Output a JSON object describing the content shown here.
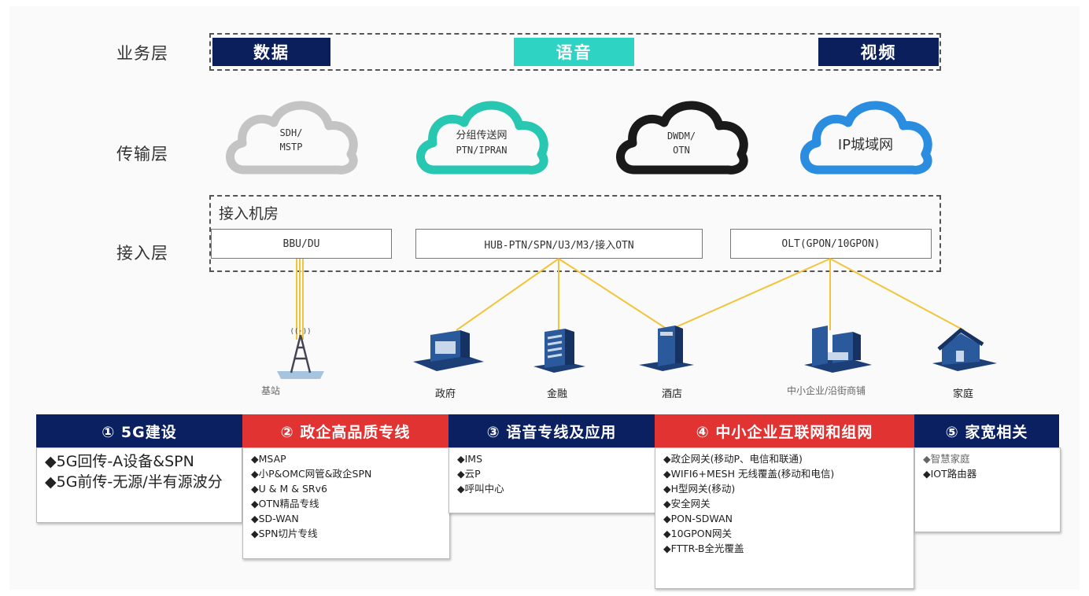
{
  "layers": {
    "service": "业务层",
    "transport": "传输层",
    "access": "接入层"
  },
  "services": [
    "数据",
    "语音",
    "视频"
  ],
  "clouds": [
    {
      "line1": "SDH/",
      "line2": "MSTP",
      "color": "#c4c4c4"
    },
    {
      "line1": "分组传送网",
      "line2": "PTN/IPRAN",
      "color": "#27c7b1"
    },
    {
      "line1": "DWDM/",
      "line2": "OTN",
      "color": "#1a1a1a"
    },
    {
      "line1": "IP城域网",
      "line2": "",
      "color": "#2a8de0"
    }
  ],
  "access_room": {
    "title": "接入机房",
    "boxes": [
      "BBU/DU",
      "HUB-PTN/SPN/U3/M3/接入OTN",
      "OLT(GPON/10GPON)"
    ]
  },
  "nodes": [
    {
      "label": "基站",
      "icon": "tower-icon"
    },
    {
      "label": "政府",
      "icon": "government-building-icon"
    },
    {
      "label": "金融",
      "icon": "bank-building-icon"
    },
    {
      "label": "酒店",
      "icon": "hotel-building-icon"
    },
    {
      "label": "中小企业/沿街商铺",
      "icon": "office-building-icon"
    },
    {
      "label": "家庭",
      "icon": "house-icon"
    }
  ],
  "categories": [
    {
      "title": "① 5G建设",
      "items": [
        "5G回传-A设备&SPN",
        "5G前传-无源/半有源波分"
      ]
    },
    {
      "title": "② 政企高品质专线",
      "items": [
        "MSAP",
        "小P&OMC网管&政企SPN",
        "U & M & SRv6",
        "OTN精品专线",
        "SD-WAN",
        "SPN切片专线"
      ]
    },
    {
      "title": "③  语音专线及应用",
      "items": [
        "IMS",
        "云P",
        "呼叫中心"
      ]
    },
    {
      "title": "④  中小企业互联网和组网",
      "items": [
        "政企网关(移动P、电信和联通)",
        "WIFI6+MESH 无线覆盖(移动和电信)",
        "H型网关(移动)",
        "安全网关",
        "PON-SDWAN",
        "10GPON网关",
        "FTTR-B全光覆盖"
      ]
    },
    {
      "title": "⑤ 家宽相关",
      "items": [
        "智慧家庭",
        "IOT路由器"
      ]
    }
  ],
  "colors": {
    "navy": "#0b1f5c",
    "teal": "#2ed3c4",
    "red": "#e03332",
    "link": "#f2c43a"
  }
}
